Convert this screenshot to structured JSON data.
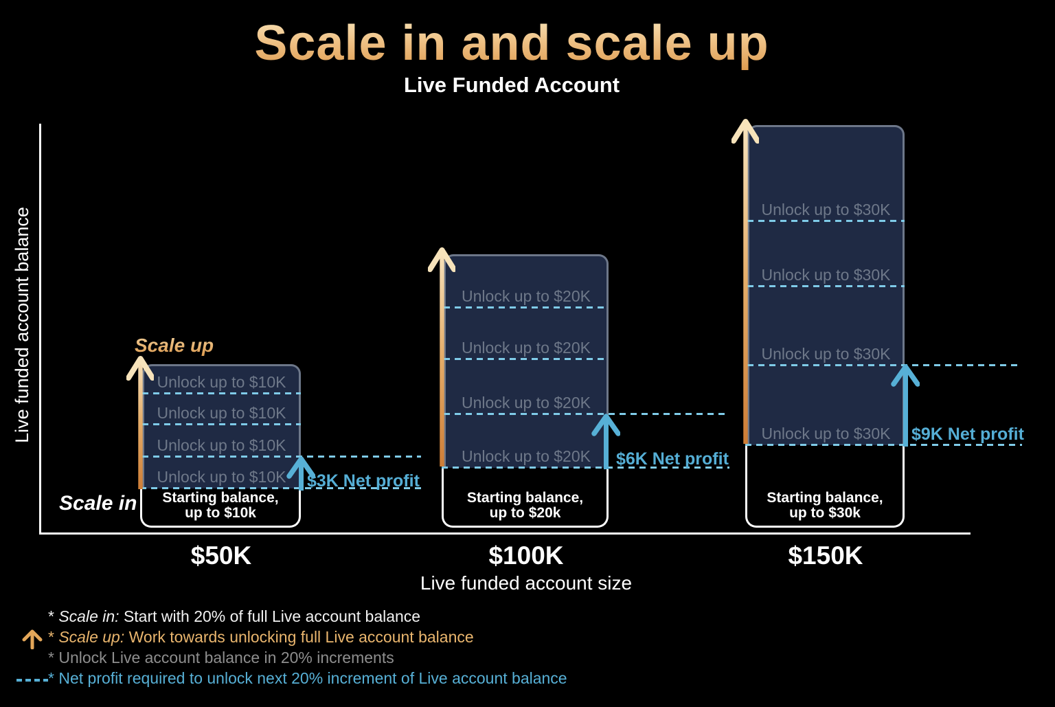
{
  "title": "Scale in and scale up",
  "subtitle": "Live Funded Account",
  "y_axis_label": "Live funded account balance",
  "x_axis_label": "Live funded account size",
  "scale_up_label": "Scale up",
  "scale_in_label": "Scale in",
  "bars": [
    {
      "tick": "$50K",
      "unlock_label": "Unlock up to $10K",
      "starting_line1": "Starting balance,",
      "starting_line2": "up to $10k",
      "net_profit_label": "$3K Net profit"
    },
    {
      "tick": "$100K",
      "unlock_label": "Unlock up to $20K",
      "starting_line1": "Starting balance,",
      "starting_line2": "up to $20k",
      "net_profit_label": "$6K Net profit"
    },
    {
      "tick": "$150K",
      "unlock_label": "Unlock up to $30K",
      "starting_line1": "Starting balance,",
      "starting_line2": "up to $30k",
      "net_profit_label": "$9K Net profit"
    }
  ],
  "footnotes": [
    {
      "star": "* ",
      "em": "Scale in: ",
      "text": "Start with 20% of full Live account balance"
    },
    {
      "star": "* ",
      "em": "Scale up: ",
      "text": "Work towards unlocking full Live account balance"
    },
    {
      "star": "* ",
      "em": "",
      "text": "Unlock Live account balance in 20% increments"
    },
    {
      "star": "* ",
      "em": "",
      "text": "Net profit required to unlock next 20% increment of Live account balance"
    }
  ],
  "colors": {
    "background": "#000000",
    "navy_fill": "#1f2a44",
    "navy_border": "#6d7789",
    "unlock_text_gray": "#6e7889",
    "dashed_line_blue": "#7fcbe8",
    "net_profit_blue": "#55aed5",
    "gold_dark": "#cd7c35",
    "gold_light": "#f8e7c4",
    "white": "#ffffff",
    "footnote_gray": "#8e8e8e"
  },
  "chart_data": {
    "type": "bar",
    "title": "Scale in and scale up",
    "subtitle": "Live Funded Account",
    "xlabel": "Live funded account size",
    "ylabel": "Live funded account balance",
    "categories": [
      "$50K",
      "$100K",
      "$150K"
    ],
    "series": [
      {
        "name": "Starting balance (Scale in, 20% of account)",
        "values": [
          "up to $10k",
          "up to $20k",
          "up to $30k"
        ]
      },
      {
        "name": "Unlock increments (Scale up, 4 increments of 20% each)",
        "values": [
          "4 × up to $10K",
          "4 × up to $20K",
          "4 × up to $30K"
        ]
      },
      {
        "name": "Net profit required to unlock next 20% increment",
        "values": [
          "$3K",
          "$6K",
          "$9K"
        ]
      }
    ],
    "annotations": [
      "Scale in: Start with 20% of full Live account balance",
      "Scale up: Work towards unlocking full Live account balance",
      "Unlock Live account balance in 20% increments",
      "Net profit required to unlock next 20% increment of Live account balance"
    ],
    "legend_position": "bottom-left",
    "grid": false
  }
}
